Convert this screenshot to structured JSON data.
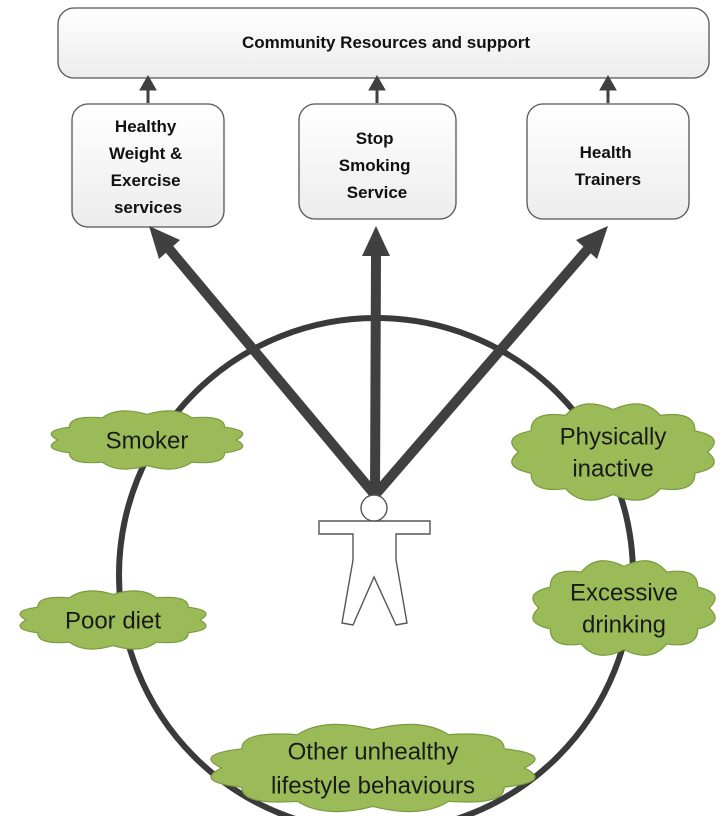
{
  "top_box": {
    "label": "Community Resources and support"
  },
  "services": [
    {
      "lines": [
        "Healthy",
        "Weight &",
        "Exercise",
        "services"
      ]
    },
    {
      "lines": [
        "Stop",
        "Smoking",
        "Service"
      ]
    },
    {
      "lines": [
        "Health",
        "Trainers"
      ]
    }
  ],
  "behaviours": {
    "smoker": {
      "lines": [
        "Smoker"
      ]
    },
    "physically_inactive": {
      "lines": [
        "Physically",
        "inactive"
      ]
    },
    "poor_diet": {
      "lines": [
        "Poor diet"
      ]
    },
    "excessive_drinking": {
      "lines": [
        "Excessive",
        "drinking"
      ]
    },
    "other": {
      "lines": [
        "Other unhealthy",
        "lifestyle behaviours"
      ]
    }
  },
  "colors": {
    "cloud_fill": "#9BBB59",
    "cloud_stroke": "#7A9A3F",
    "box_fill": "#F5F5F5",
    "box_stroke": "#555555",
    "arrow": "#404040",
    "circle": "#3A3A3A"
  }
}
